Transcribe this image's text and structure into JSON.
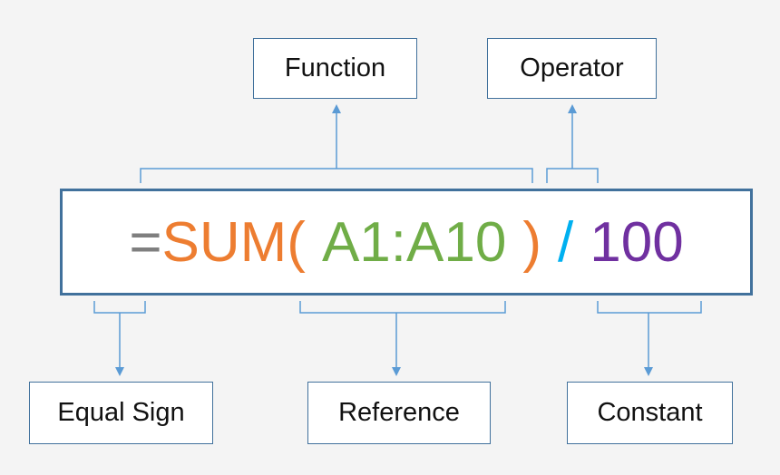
{
  "labels": {
    "function": "Function",
    "operator": "Operator",
    "equal_sign": "Equal Sign",
    "reference": "Reference",
    "constant": "Constant"
  },
  "formula": {
    "equal": "=",
    "function_name": "SUM(",
    "reference": "A1:A10",
    "close_paren": ")",
    "operator": "/",
    "constant": "100"
  },
  "colors": {
    "equal": "#7f7f7f",
    "function": "#ed7d31",
    "reference": "#70ad47",
    "operator": "#00b0f0",
    "constant": "#7030a0",
    "box_border": "#41719c",
    "connector": "#5b9bd5"
  }
}
